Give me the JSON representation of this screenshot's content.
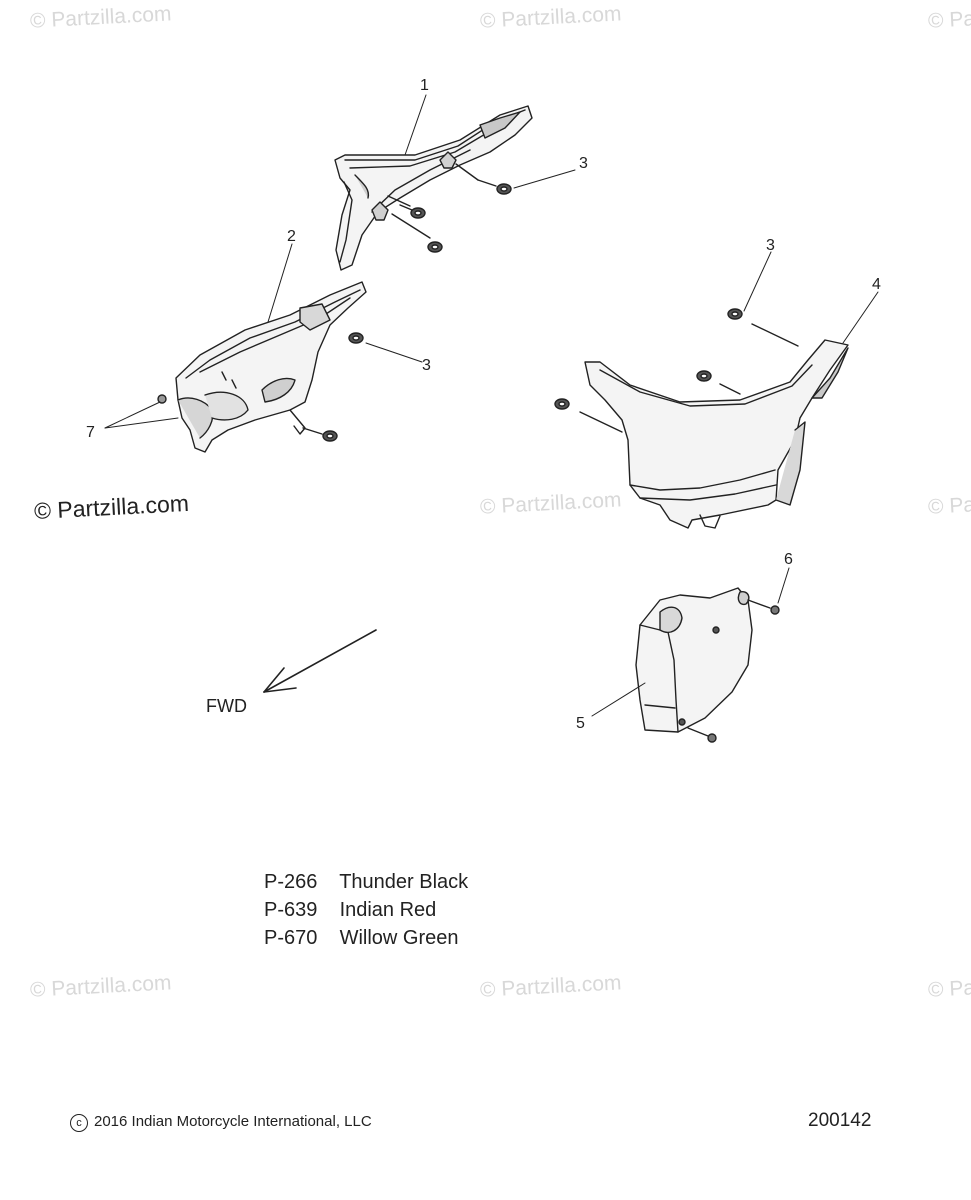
{
  "watermark": {
    "text": "© Partzilla.com",
    "primary": "© Partzilla.com"
  },
  "callouts": {
    "c1": "1",
    "c2": "2",
    "c3a": "3",
    "c3b": "3",
    "c3c": "3",
    "c4": "4",
    "c5": "5",
    "c6": "6",
    "c7": "7"
  },
  "direction_label": "FWD",
  "color_legend": [
    {
      "code": "P-266",
      "name": "Thunder Black"
    },
    {
      "code": "P-639",
      "name": "Indian Red"
    },
    {
      "code": "P-670",
      "name": "Willow Green"
    }
  ],
  "copyright": "2016 Indian Motorcycle International, LLC",
  "document_number": "200142",
  "colors": {
    "line": "#222222",
    "part_fill": "#f2f2f2",
    "shade": "#bdbdbd",
    "watermark": "#d8d8d8"
  }
}
